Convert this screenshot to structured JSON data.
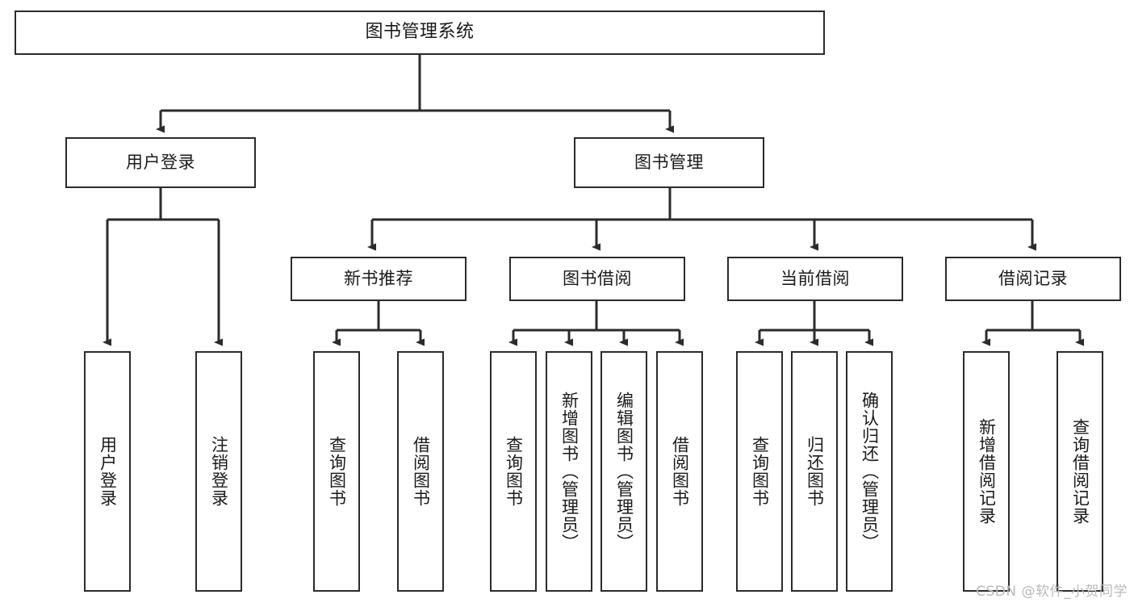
{
  "diagram": {
    "type": "tree-hierarchy-chart",
    "title": "图书管理系统",
    "root": {
      "id": "root",
      "label": "图书管理系统",
      "orientation": "horizontal"
    },
    "level2": [
      {
        "id": "user-login",
        "label": "用户登录",
        "orientation": "horizontal"
      },
      {
        "id": "book-manage",
        "label": "图书管理",
        "orientation": "horizontal"
      }
    ],
    "level3": [
      {
        "id": "new-book-rec",
        "label": "新书推荐",
        "orientation": "horizontal",
        "parent": "book-manage"
      },
      {
        "id": "book-borrow",
        "label": "图书借阅",
        "orientation": "horizontal",
        "parent": "book-manage"
      },
      {
        "id": "current-borrow",
        "label": "当前借阅",
        "orientation": "horizontal",
        "parent": "book-manage"
      },
      {
        "id": "borrow-record",
        "label": "借阅记录",
        "orientation": "horizontal",
        "parent": "book-manage"
      }
    ],
    "leaves": [
      {
        "id": "leaf-user-login",
        "label": "用户登录",
        "parent": "user-login",
        "orientation": "vertical"
      },
      {
        "id": "leaf-user-logout",
        "label": "注销登录",
        "parent": "user-login",
        "orientation": "vertical"
      },
      {
        "id": "leaf-query-book-1",
        "label": "查询图书",
        "parent": "new-book-rec",
        "orientation": "vertical"
      },
      {
        "id": "leaf-borrow-book-1",
        "label": "借阅图书",
        "parent": "new-book-rec",
        "orientation": "vertical"
      },
      {
        "id": "leaf-query-book-2",
        "label": "查询图书",
        "parent": "book-borrow",
        "orientation": "vertical"
      },
      {
        "id": "leaf-add-book",
        "label": "新增图书（管理员）",
        "parent": "book-borrow",
        "orientation": "vertical"
      },
      {
        "id": "leaf-edit-book",
        "label": "编辑图书（管理员）",
        "parent": "book-borrow",
        "orientation": "vertical"
      },
      {
        "id": "leaf-borrow-book-2",
        "label": "借阅图书",
        "parent": "book-borrow",
        "orientation": "vertical"
      },
      {
        "id": "leaf-query-book-3",
        "label": "查询图书",
        "parent": "current-borrow",
        "orientation": "vertical"
      },
      {
        "id": "leaf-return-book",
        "label": "归还图书",
        "parent": "current-borrow",
        "orientation": "vertical"
      },
      {
        "id": "leaf-confirm-return",
        "label": "确认归还（管理员）",
        "parent": "current-borrow",
        "orientation": "vertical"
      },
      {
        "id": "leaf-add-record",
        "label": "新增借阅记录",
        "parent": "borrow-record",
        "orientation": "vertical"
      },
      {
        "id": "leaf-query-record",
        "label": "查询借阅记录",
        "parent": "borrow-record",
        "orientation": "vertical"
      }
    ],
    "colors": {
      "stroke": "#2b2b2b",
      "fill": "#ffffff",
      "text": "#1a1a1a",
      "watermark": "#b9b9b9"
    }
  },
  "watermark": {
    "text": "CSDN @软件_小贺同学"
  }
}
